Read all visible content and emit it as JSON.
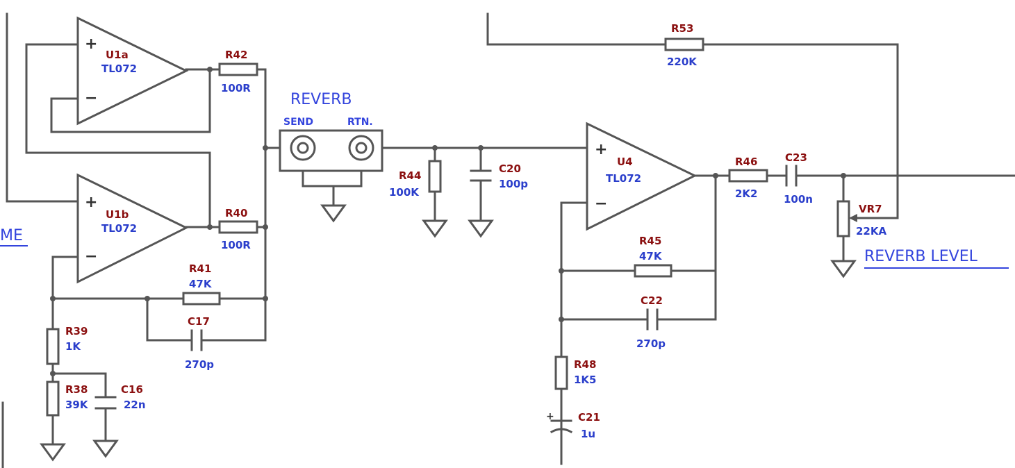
{
  "opamps": {
    "u1a": {
      "ref": "U1a",
      "part": "TL072"
    },
    "u1b": {
      "ref": "U1b",
      "part": "TL072"
    },
    "u4": {
      "ref": "U4",
      "part": "TL072"
    }
  },
  "resistors": {
    "r42": {
      "ref": "R42",
      "value": "100R"
    },
    "r40": {
      "ref": "R40",
      "value": "100R"
    },
    "r41": {
      "ref": "R41",
      "value": "47K"
    },
    "r39": {
      "ref": "R39",
      "value": "1K"
    },
    "r38": {
      "ref": "R38",
      "value": "39K"
    },
    "r44": {
      "ref": "R44",
      "value": "100K"
    },
    "r45": {
      "ref": "R45",
      "value": "47K"
    },
    "r46": {
      "ref": "R46",
      "value": "2K2"
    },
    "r48": {
      "ref": "R48",
      "value": "1K5"
    },
    "r53": {
      "ref": "R53",
      "value": "220K"
    }
  },
  "capacitors": {
    "c17": {
      "ref": "C17",
      "value": "270p"
    },
    "c16": {
      "ref": "C16",
      "value": "22n"
    },
    "c20": {
      "ref": "C20",
      "value": "100p"
    },
    "c22": {
      "ref": "C22",
      "value": "270p"
    },
    "c23": {
      "ref": "C23",
      "value": "100n"
    },
    "c21": {
      "ref": "C21",
      "value": "1u"
    }
  },
  "pot": {
    "ref": "VR7",
    "value": "22KA"
  },
  "labels": {
    "reverb": "REVERB",
    "send": "SEND",
    "rtn": "RTN.",
    "reverb_level": "REVERB  LEVEL",
    "volume_partial": "ME"
  },
  "signs": {
    "plus": "+",
    "minus": "−"
  }
}
